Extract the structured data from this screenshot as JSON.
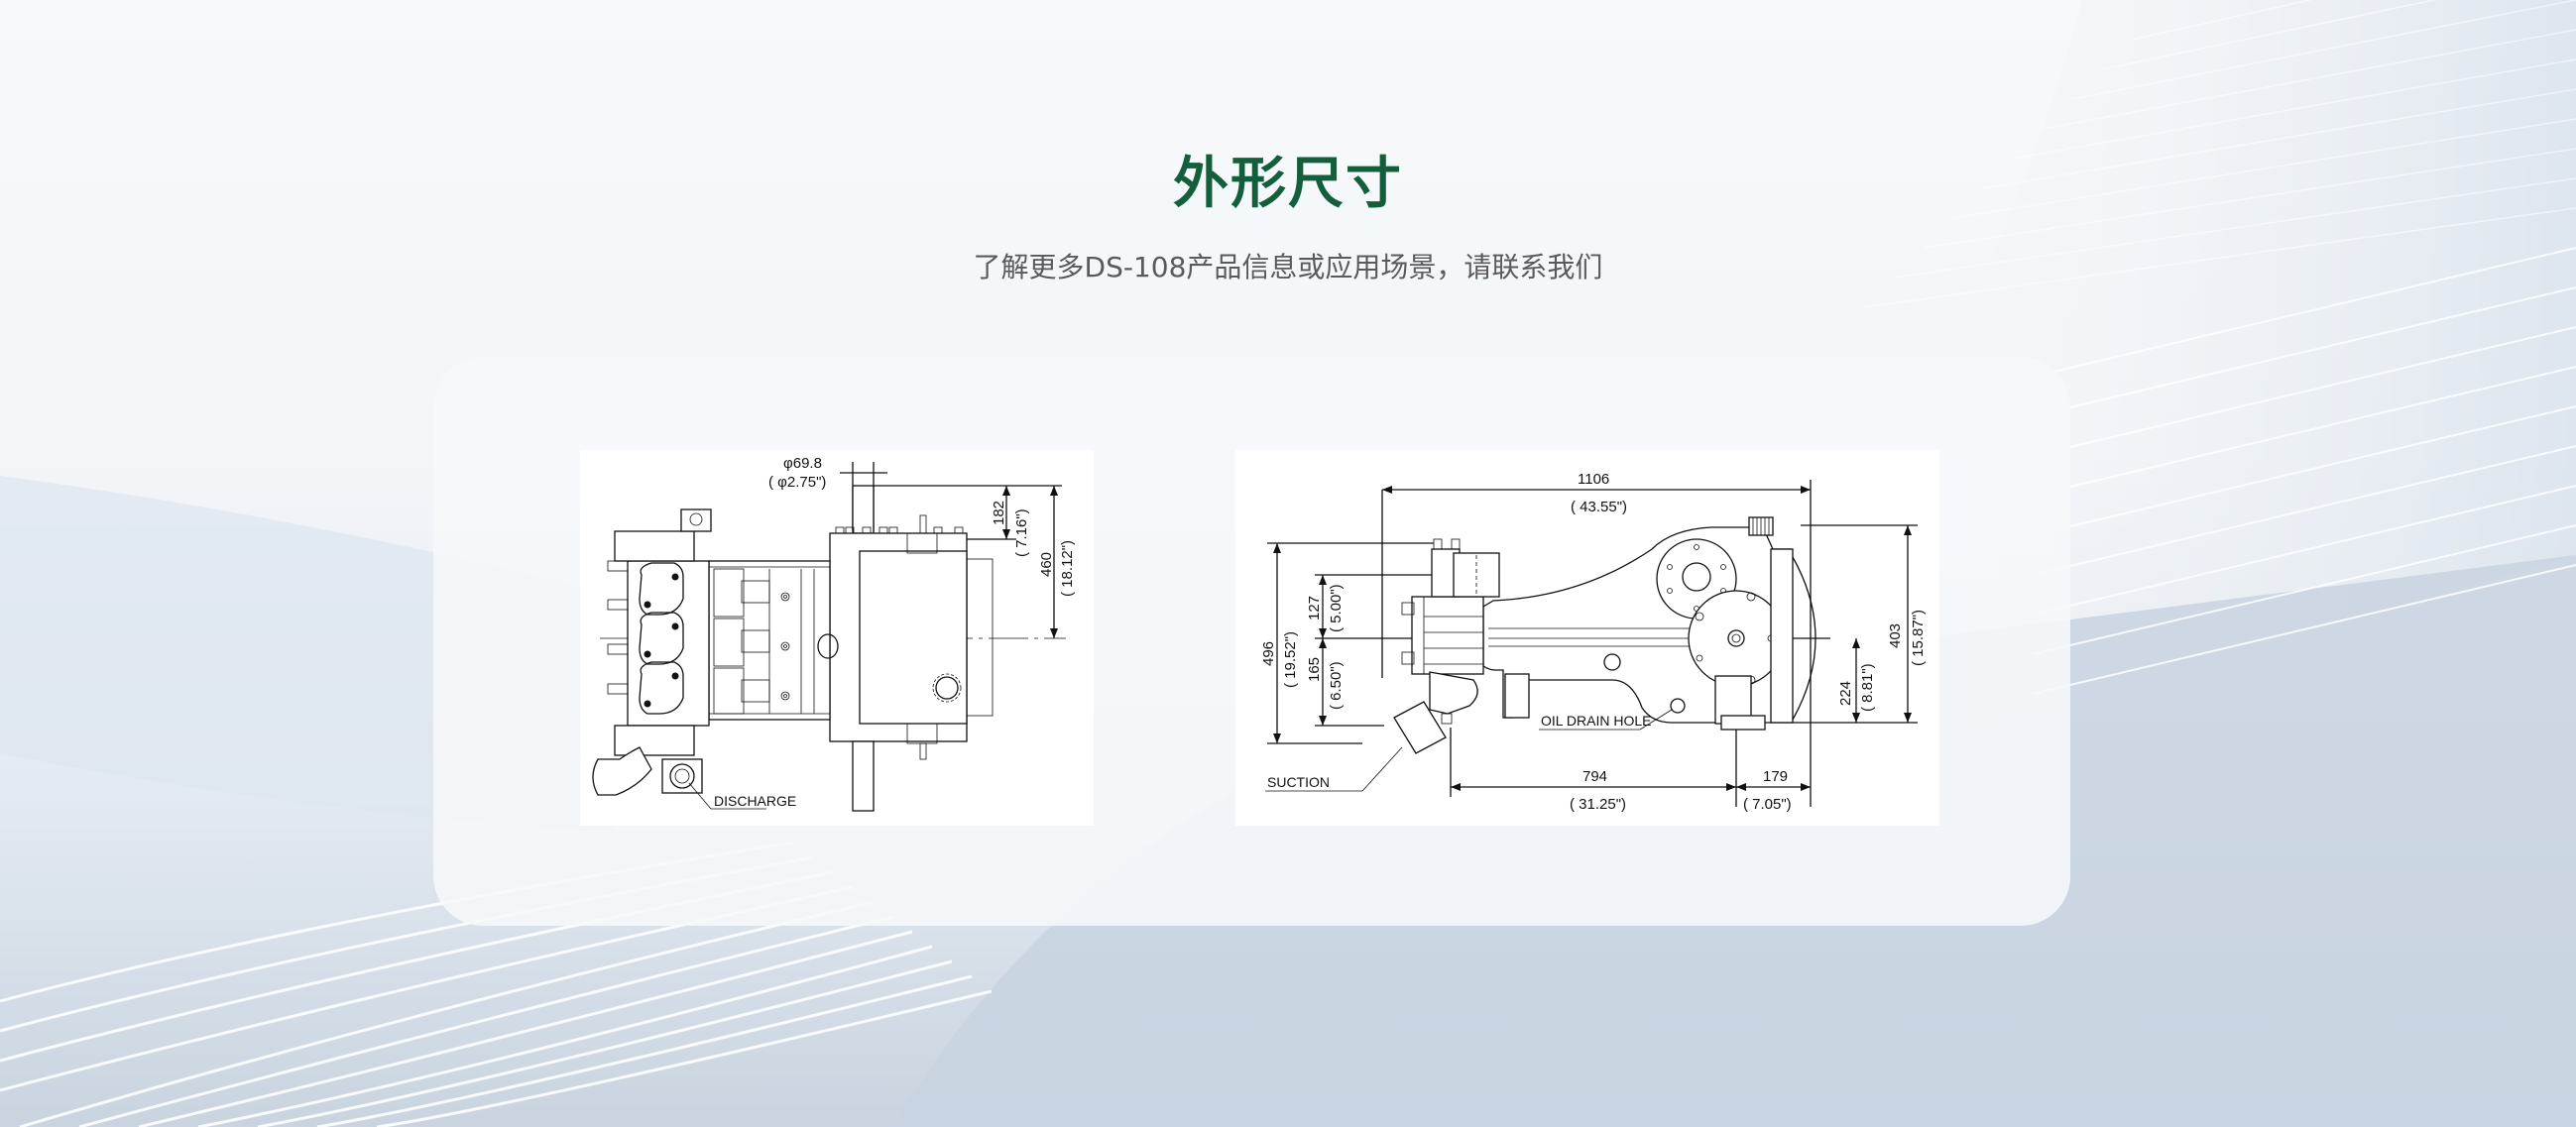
{
  "header": {
    "title": "外形尺寸",
    "subtitle": "了解更多DS-108产品信息或应用场景，请联系我们"
  },
  "colors": {
    "title": "#135f3c",
    "subtitle": "#5a5a5a",
    "card_bg": "#f6f8fb",
    "drawing_bg": "#ffffff"
  },
  "drawings": {
    "top_view": {
      "shaft_diameter_mm": "φ69.8",
      "shaft_diameter_in": "( φ2.75\")",
      "dim_182": "182",
      "dim_182_in": "( 7.16\")",
      "dim_460": "460",
      "dim_460_in": "( 18.12\")",
      "label_discharge": "DISCHARGE"
    },
    "side_view": {
      "dim_1106": "1106",
      "dim_1106_in": "( 43.55\")",
      "dim_496": "496",
      "dim_496_in": "( 19.52\")",
      "dim_127": "127",
      "dim_127_in": "( 5.00\")",
      "dim_165": "165",
      "dim_165_in": "( 6.50\")",
      "dim_403": "403",
      "dim_403_in": "( 15.87\")",
      "dim_224": "224",
      "dim_224_in": "( 8.81\")",
      "dim_794": "794",
      "dim_794_in": "( 31.25\")",
      "dim_179": "179",
      "dim_179_in": "( 7.05\")",
      "label_oil_drain": "OIL DRAIN HOLE",
      "label_suction": "SUCTION"
    }
  }
}
